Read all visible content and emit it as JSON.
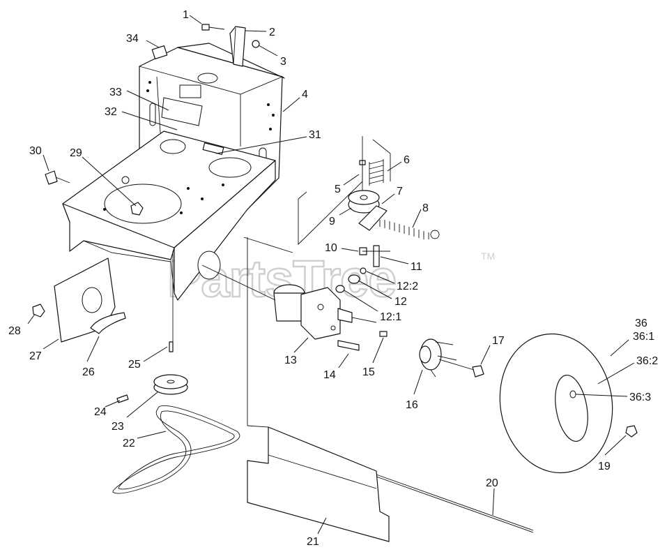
{
  "watermark": {
    "text": "PartsTree",
    "mark": "TM"
  },
  "callouts": [
    "1",
    "2",
    "3",
    "4",
    "5",
    "6",
    "7",
    "8",
    "9",
    "10",
    "11",
    "12:2",
    "12",
    "12:1",
    "13",
    "14",
    "15",
    "16",
    "17",
    "19",
    "20",
    "21",
    "22",
    "23",
    "24",
    "25",
    "26",
    "27",
    "28",
    "29",
    "30",
    "31",
    "32",
    "33",
    "34",
    "36",
    "36:1",
    "36:2",
    "36:3"
  ]
}
